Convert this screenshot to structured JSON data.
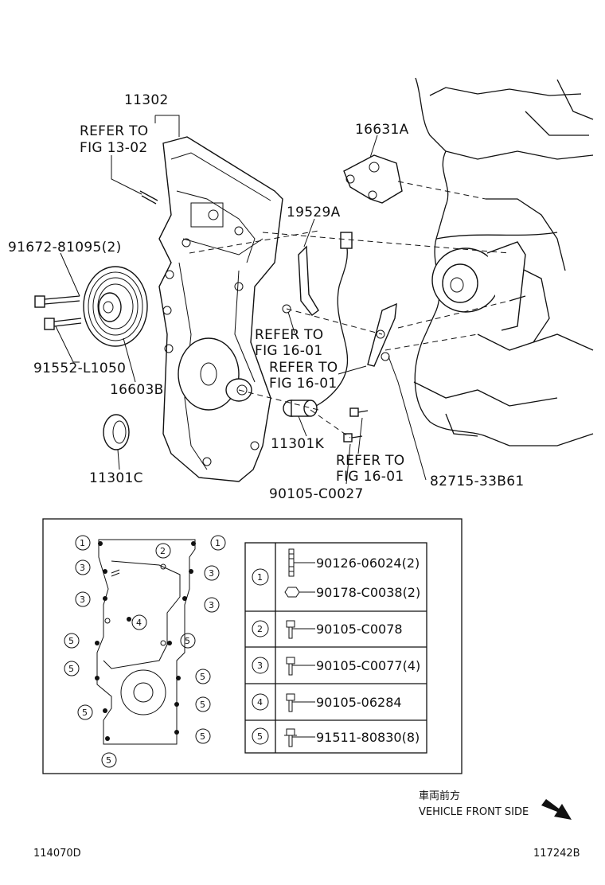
{
  "callouts": {
    "p11302": "11302",
    "refer_13_02_a": "REFER TO",
    "refer_13_02_b": "FIG 13-02",
    "p16631a": "16631A",
    "p19529a": "19529A",
    "p91672": "91672-81095(2)",
    "p91552": "91552-L1050",
    "p16603b": "16603B",
    "refer_16_01_1a": "REFER TO",
    "refer_16_01_1b": "FIG 16-01",
    "refer_16_01_2a": "REFER TO",
    "refer_16_01_2b": "FIG 16-01",
    "p11301k": "11301K",
    "refer_16_01_3a": "REFER TO",
    "refer_16_01_3b": "FIG 16-01",
    "p11301c": "11301C",
    "p90105c0027": "90105-C0027",
    "p82715": "82715-33B61"
  },
  "legend": {
    "rows": [
      {
        "key": "1",
        "items": [
          "90126-06024(2)",
          "90178-C0038(2)"
        ]
      },
      {
        "key": "2",
        "items": [
          "90105-C0078"
        ]
      },
      {
        "key": "3",
        "items": [
          "90105-C0077(4)"
        ]
      },
      {
        "key": "4",
        "items": [
          "90105-06284"
        ]
      },
      {
        "key": "5",
        "items": [
          "91511-80830(8)"
        ]
      }
    ]
  },
  "inset_markers": [
    "1",
    "2",
    "1",
    "3",
    "3",
    "3",
    "3",
    "4",
    "5",
    "5",
    "5",
    "5",
    "5",
    "5",
    "5",
    "5"
  ],
  "direction": {
    "jp": "車両前方",
    "en": "VEHICLE FRONT SIDE",
    "icon": "arrow-down-right-icon"
  },
  "footer": {
    "left_code": "114070D",
    "right_code": "117242B"
  }
}
